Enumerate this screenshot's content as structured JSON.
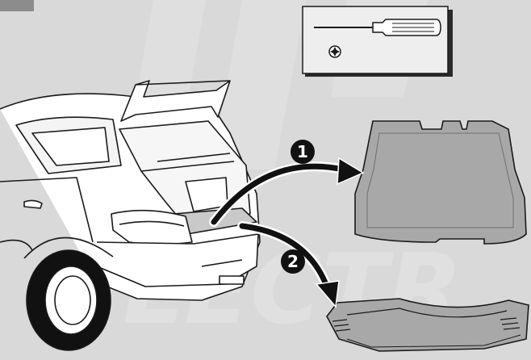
{
  "illustration": {
    "subject": "car-rear-cargo-area",
    "tool_panel": {
      "tool_icon": "screwdriver-icon",
      "screw_icon": "phillips-screw-icon"
    },
    "steps": [
      {
        "number": "1",
        "part": "luggage-compartment-floor-panel"
      },
      {
        "number": "2",
        "part": "sill-trim-panel"
      }
    ],
    "watermark_text": "ELECTR",
    "colors": {
      "background": "#d9d9d9",
      "line": "#1a1a1a",
      "panel_fill": "#a8a8a8",
      "badge_fill": "#111111",
      "tool_panel_bg": "#eeeeee"
    }
  }
}
